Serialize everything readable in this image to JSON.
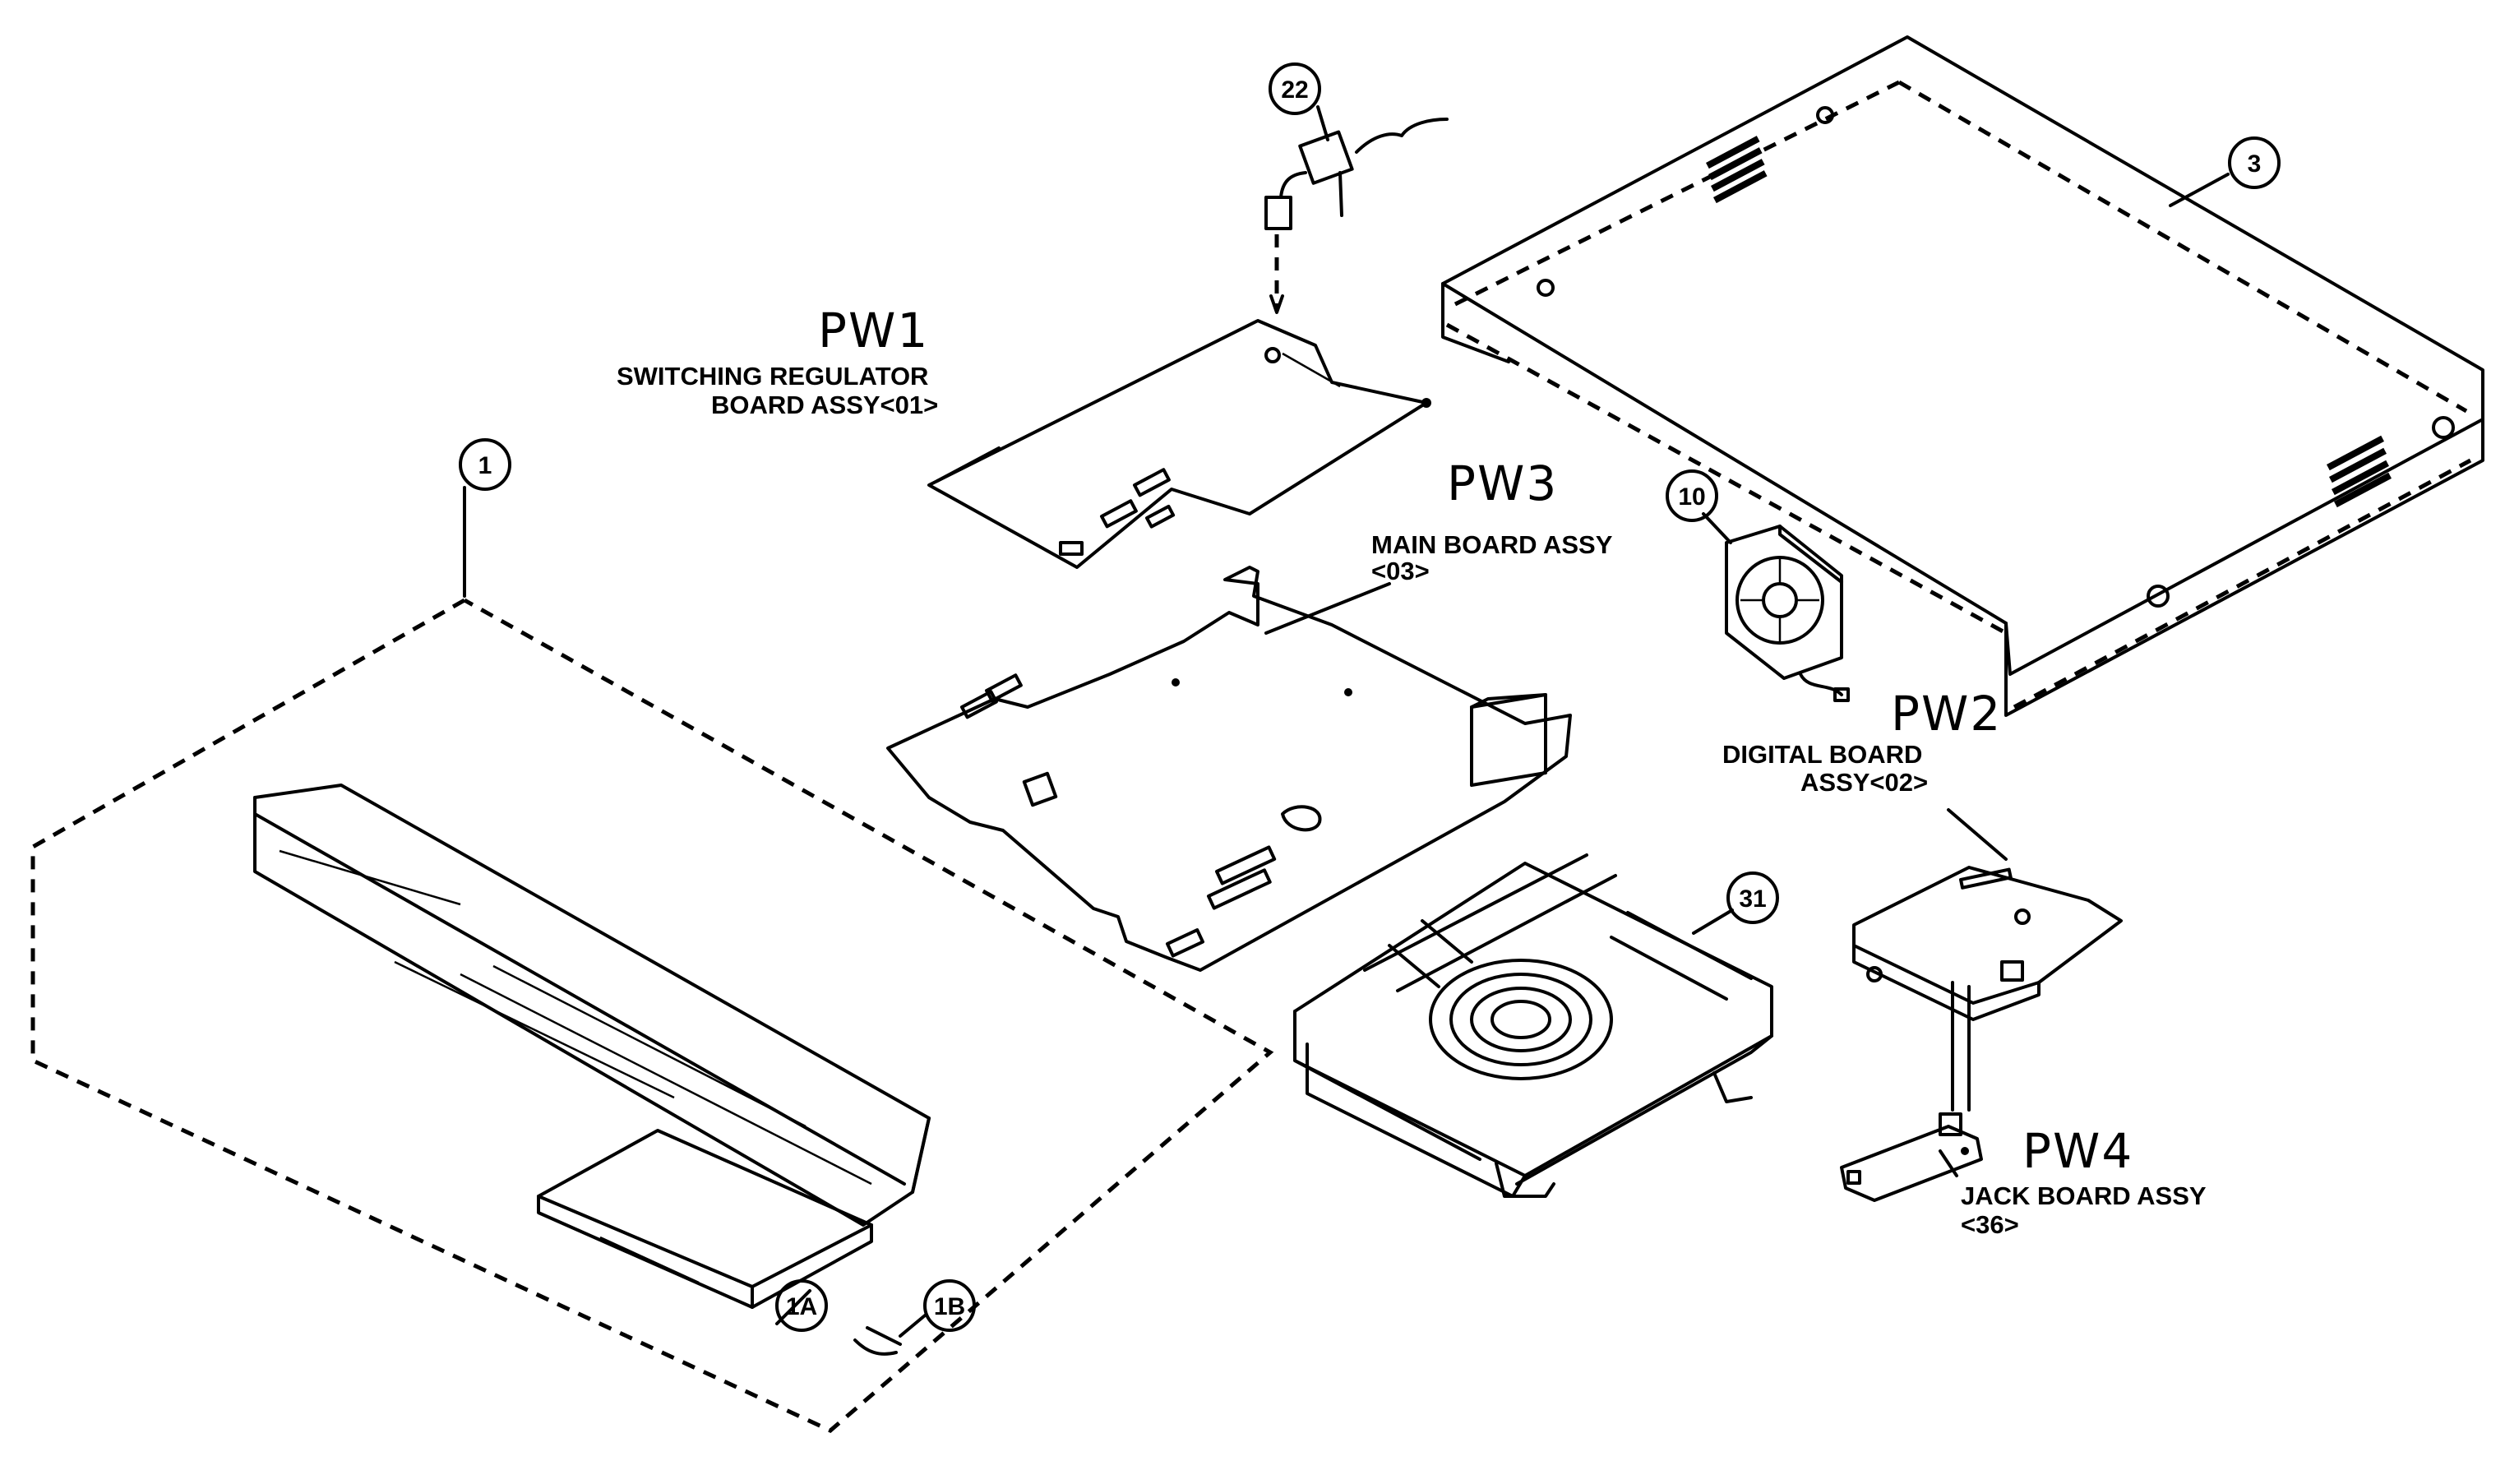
{
  "callouts": {
    "c1": "1",
    "c1a": "1A",
    "c1b": "1B",
    "c3": "3",
    "c10": "10",
    "c22": "22",
    "c31": "31"
  },
  "boards": {
    "pw1": {
      "code": "PW1",
      "line1": "SWITCHING REGULATOR",
      "line2": "BOARD ASSY<01>"
    },
    "pw2": {
      "code": "PW2",
      "line1": "DIGITAL BOARD",
      "line2": "ASSY<02>"
    },
    "pw3": {
      "code": "PW3",
      "line1": "MAIN BOARD ASSY",
      "line2": "<03>"
    },
    "pw4": {
      "code": "PW4",
      "line1": "JACK BOARD ASSY",
      "line2": "<36>"
    }
  }
}
